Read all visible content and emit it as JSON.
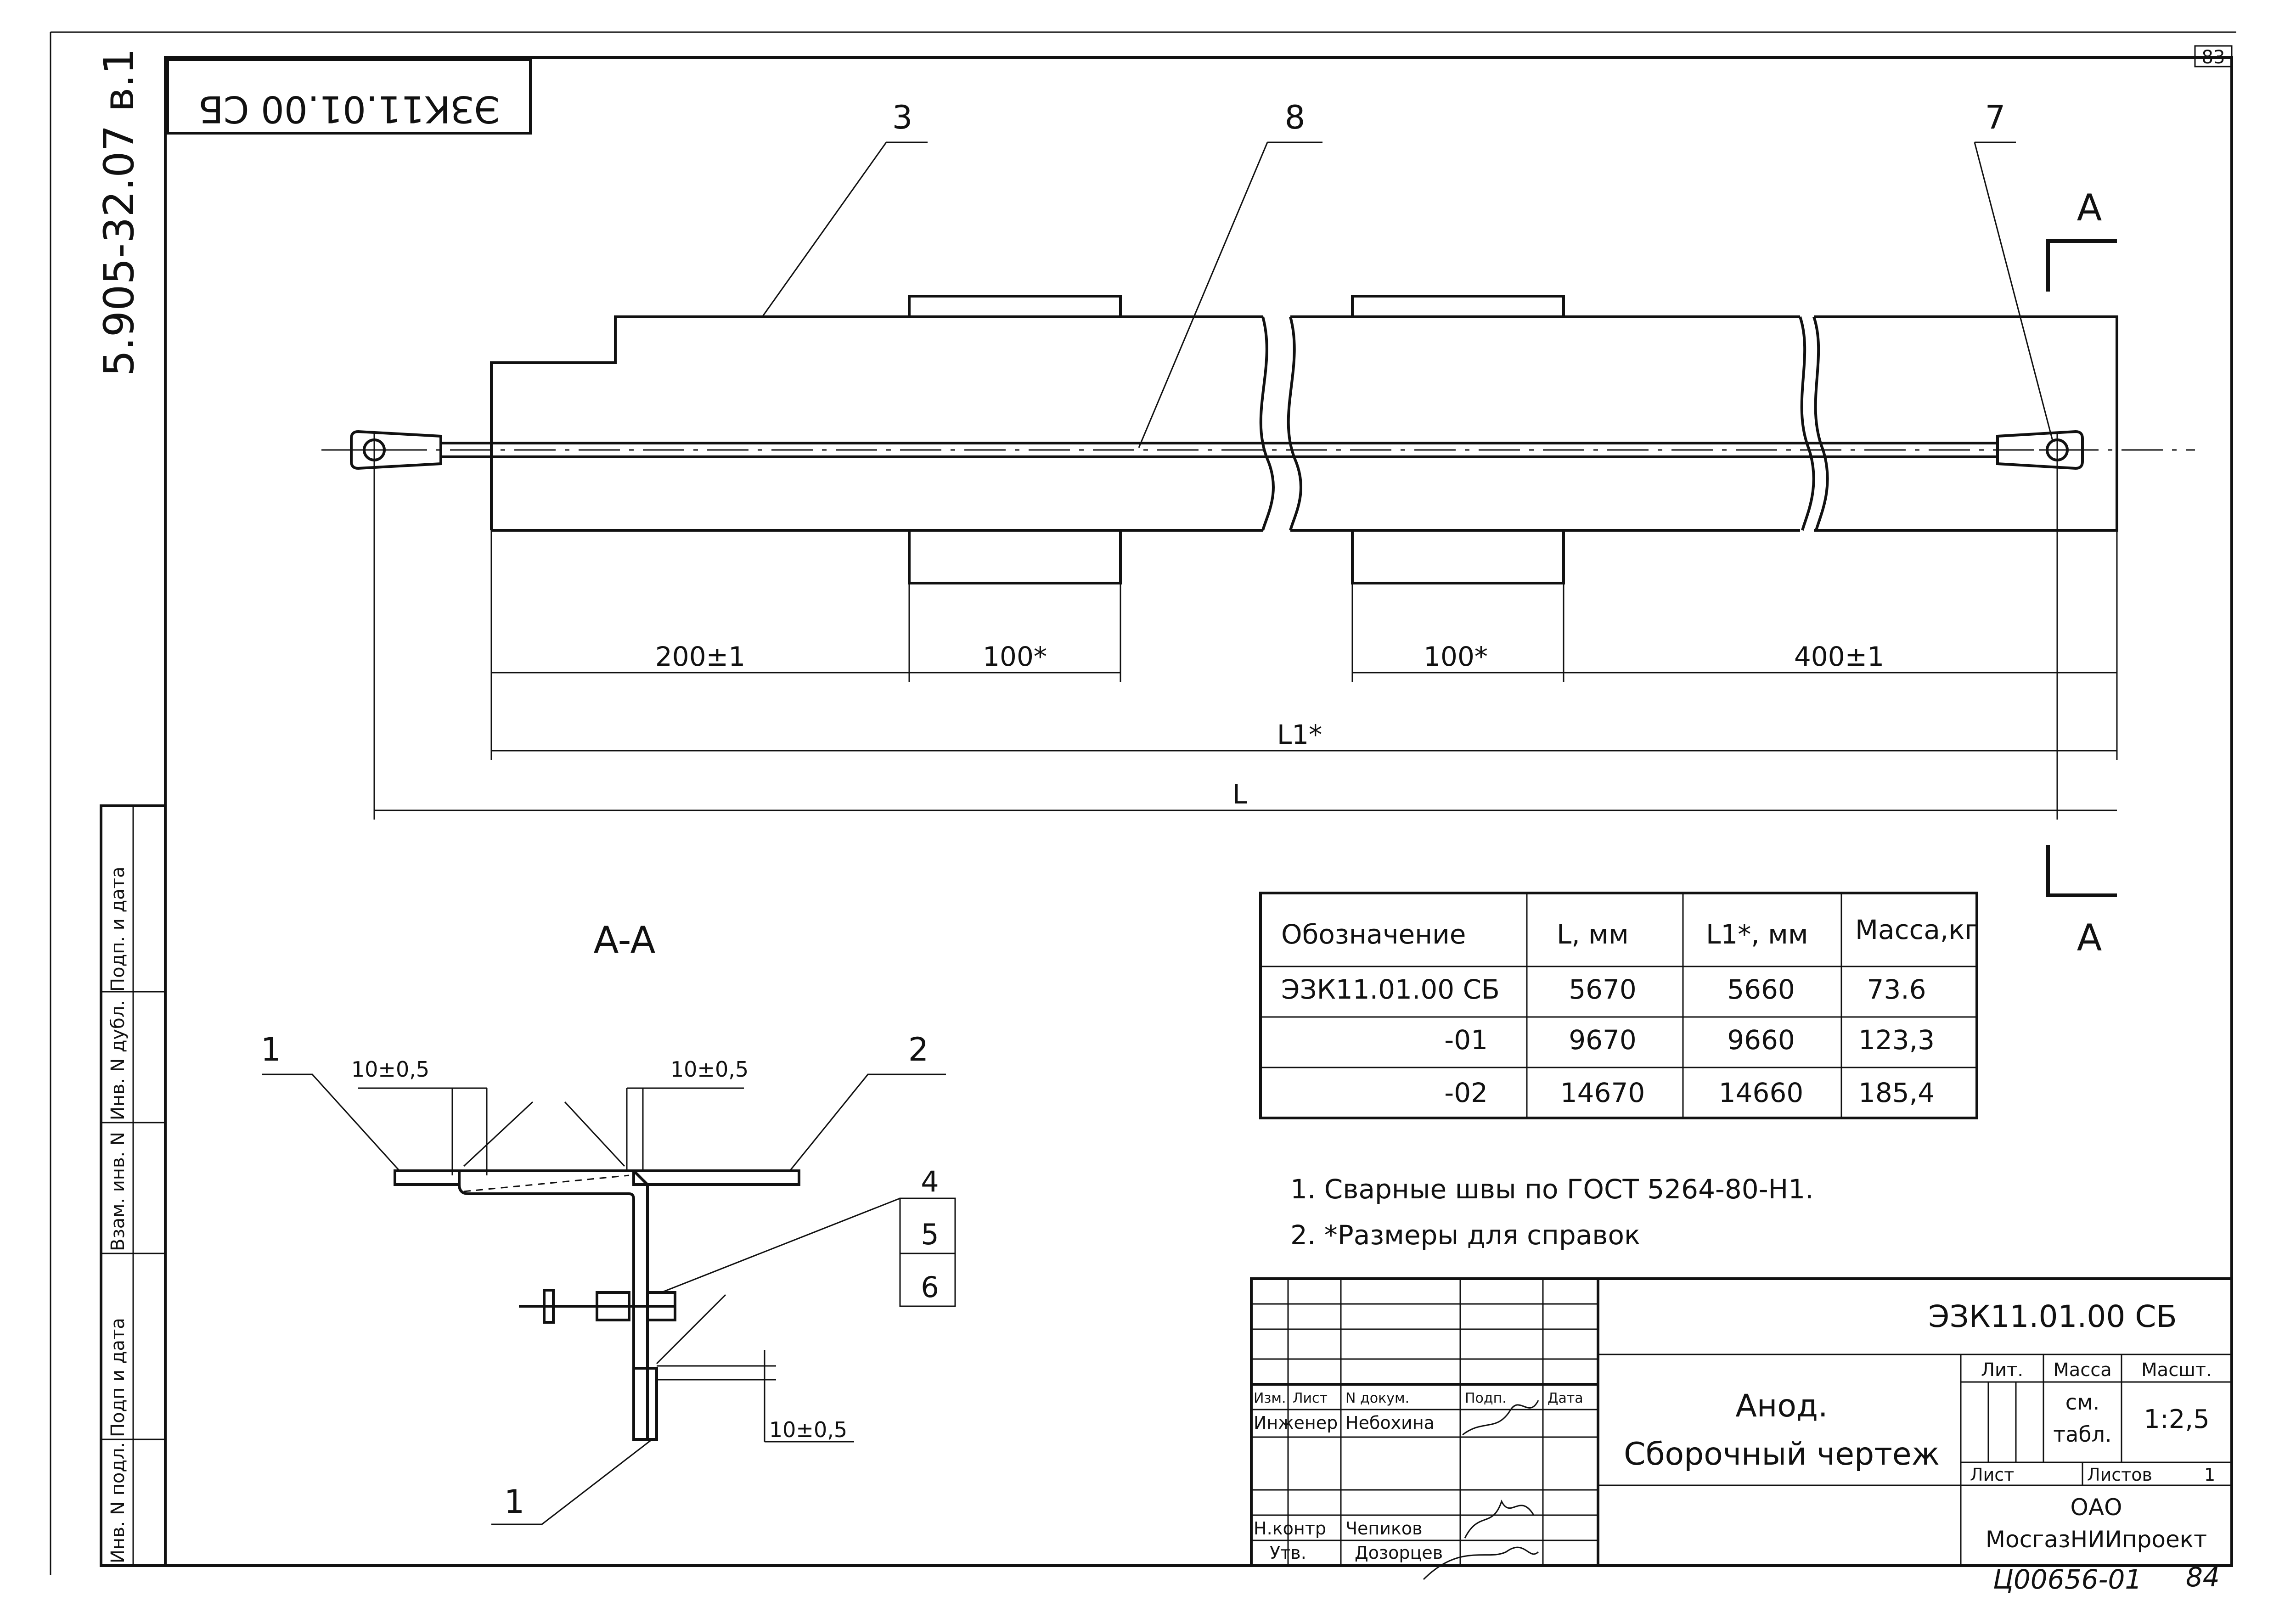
{
  "sheet_number": "83",
  "stamp_code_rotated": "ЭЗК11.01.00 СБ",
  "album_code_vertical": "5.905-32.07 в.1",
  "callouts": {
    "c3": "3",
    "c8": "8",
    "c7": "7",
    "c1_top": "1",
    "c2": "2",
    "c4": "4",
    "c5": "5",
    "c6": "6",
    "c1_bottom": "1"
  },
  "section_mark": {
    "top": "A",
    "bottom": "A",
    "view_title": "A-A"
  },
  "dimensions": {
    "d200": "200±1",
    "d100a": "100*",
    "d100b": "100*",
    "d400": "400±1",
    "l1": "L1*",
    "l": "L",
    "w1": "10±0,5",
    "w2": "10±0,5",
    "w3": "10±0,5"
  },
  "side_stamp": [
    "Подп. и дата",
    "Инв. N дубл.",
    "Взам. инв. N",
    "Подп и дата",
    "Инв. N подл."
  ],
  "spec_table": {
    "headers": [
      "Обозначение",
      "L, мм",
      "L1*, мм",
      "Масса,кг"
    ],
    "rows": [
      [
        "ЭЗК11.01.00 СБ",
        "5670",
        "5660",
        "73.6"
      ],
      [
        "-01",
        "9670",
        "9660",
        "123,3"
      ],
      [
        "-02",
        "14670",
        "14660",
        "185,4"
      ]
    ]
  },
  "notes": [
    "1. Сварные швы по ГОСТ 5264-80-Н1.",
    "2. *Размеры для справок"
  ],
  "title_block": {
    "code": "ЭЗК11.01.00 СБ",
    "name_line1": "Анод.",
    "name_line2": "Сборочный чертеж",
    "col_izm": "Изм.",
    "col_list": "Лист",
    "col_doc": "N докум.",
    "col_sign": "Подп.",
    "col_date": "Дата",
    "role1": "Инженер",
    "person1": "Небохина",
    "role2": "Н.контр",
    "person2": "Чепиков",
    "role3": "Утв.",
    "person3": "Дозорцев",
    "lit": "Лит.",
    "massa": "Масса",
    "masht": "Масшт.",
    "massa_val1": "см.",
    "massa_val2": "табл.",
    "scale": "1:2,5",
    "sheet": "Лист",
    "sheets": "Листов",
    "sheets_val": "1",
    "org1": "ОАО",
    "org2": "МосгазНИИпроект"
  },
  "handwritten": {
    "archive": "Ц00656-01",
    "page": "84"
  }
}
